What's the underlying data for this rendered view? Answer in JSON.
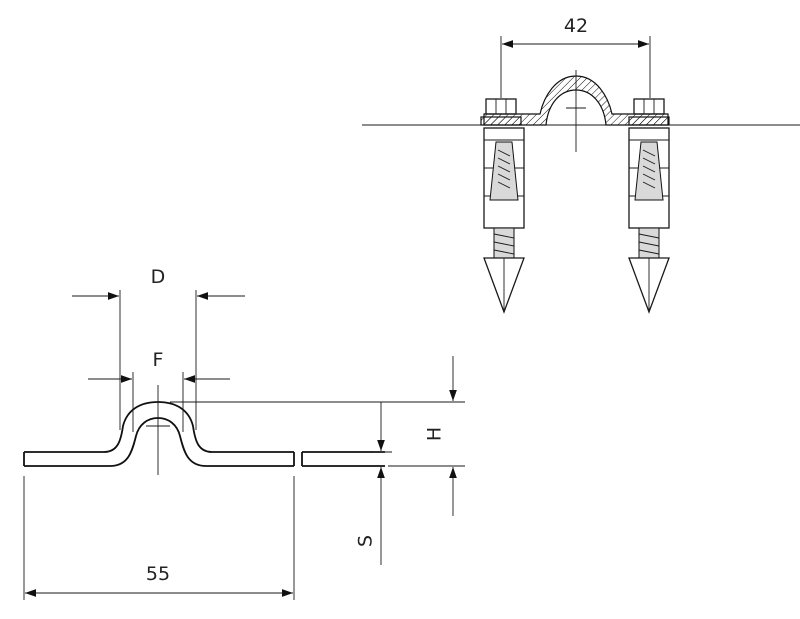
{
  "labels": {
    "top_width": "42",
    "base_length": "55",
    "outer_diameter": "D",
    "inner_diameter": "F",
    "height": "H",
    "thickness": "S"
  }
}
